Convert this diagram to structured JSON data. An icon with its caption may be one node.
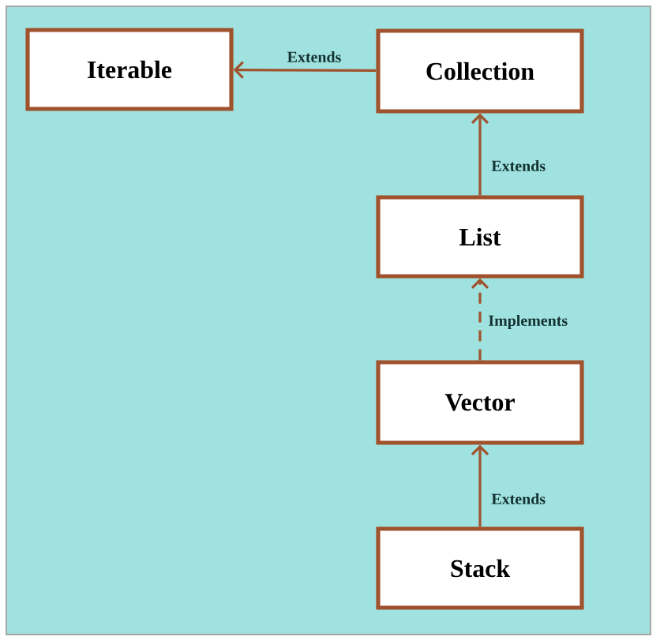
{
  "diagram": {
    "nodes": [
      {
        "text": [
          "Iterable"
        ]
      },
      {
        "text": [
          "Collection"
        ]
      },
      {
        "text": [
          "List"
        ]
      },
      {
        "text": [
          "Vector"
        ]
      },
      {
        "text": [
          "Stack"
        ]
      }
    ],
    "edges": [
      {
        "from": 1,
        "to": 0,
        "arrow": "to",
        "label": "Extends"
      },
      {
        "from": 2,
        "to": 1,
        "arrow": "to",
        "label": "Extends"
      },
      {
        "from": 3,
        "to": 2,
        "arrow": "to",
        "label": "Implements",
        "style": "dashed"
      },
      {
        "from": 4,
        "to": 3,
        "arrow": "to",
        "label": "Extends"
      }
    ]
  }
}
